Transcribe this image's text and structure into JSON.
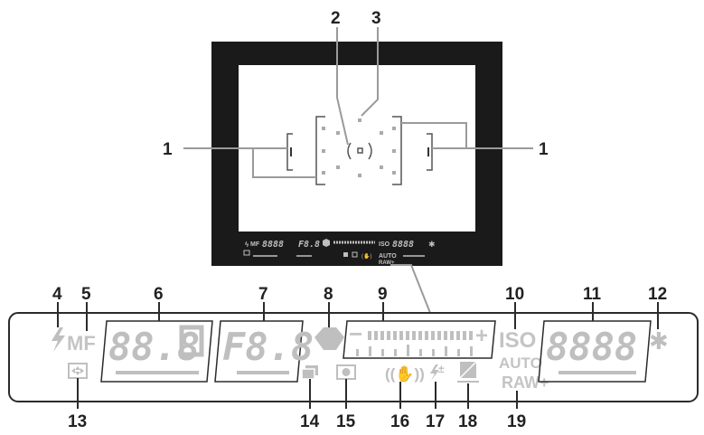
{
  "callouts": {
    "c1": "1",
    "c2": "2",
    "c3": "3",
    "c4": "4",
    "c5": "5",
    "c6": "6",
    "c7": "7",
    "c8": "8",
    "c9": "9",
    "c10": "10",
    "c11": "11",
    "c12": "12",
    "c13": "13",
    "c14": "14",
    "c15": "15",
    "c16": "16",
    "c17": "17",
    "c18": "18",
    "c19": "19"
  },
  "lcd": {
    "mf": "MF",
    "shutter": "88.8",
    "aperture": "F8.8",
    "iso": "ISO",
    "auto": "AUTO",
    "raw": "RAW+",
    "counter": "8888",
    "exposure_minus": "−",
    "exposure_plus": "+",
    "mini": {
      "mf": "MF",
      "shutter": "8888",
      "aperture": "F8.8",
      "iso": "ISO",
      "counter": "8888",
      "auto": "AUTO",
      "raw": "RAW+"
    }
  },
  "colors": {
    "frame": "#1a1a1a",
    "lcd_border": "#2b2b2b",
    "lcd_symbol": "#bfbfbf",
    "leader": "#9a9a9a",
    "callout": "#222222"
  }
}
